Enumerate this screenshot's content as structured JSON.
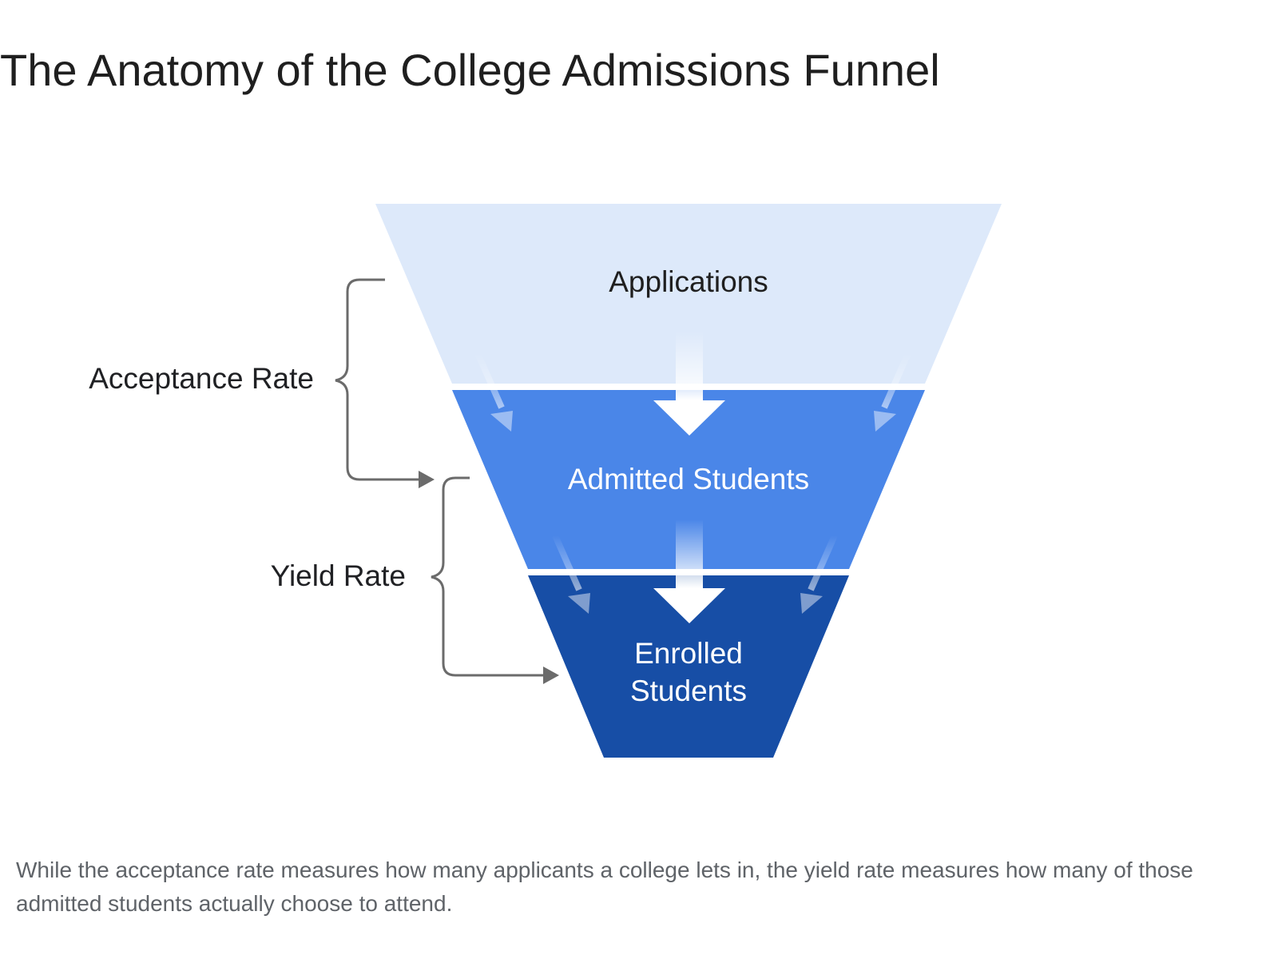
{
  "title": "The Anatomy of the College Admissions Funnel",
  "funnel": {
    "stages": [
      {
        "lines": [
          "Applications"
        ]
      },
      {
        "lines": [
          "Admitted Students"
        ]
      },
      {
        "lines": [
          "Enrolled",
          "Students"
        ]
      }
    ],
    "brackets": [
      {
        "label": "Acceptance Rate"
      },
      {
        "label": "Yield Rate"
      }
    ]
  },
  "colors": {
    "stage_1": "#dde9fa",
    "stage_2": "#4a86e8",
    "stage_3": "#174ea6",
    "stage_1_text": "#1f1f1f",
    "stage_2_text": "#ffffff",
    "stage_3_text": "#ffffff",
    "bracket": "#6b6b6b",
    "label_text": "#202124"
  },
  "caption": "While the acceptance rate measures how many applicants a college lets in, the yield rate measures how many of those admitted students actually choose to attend."
}
